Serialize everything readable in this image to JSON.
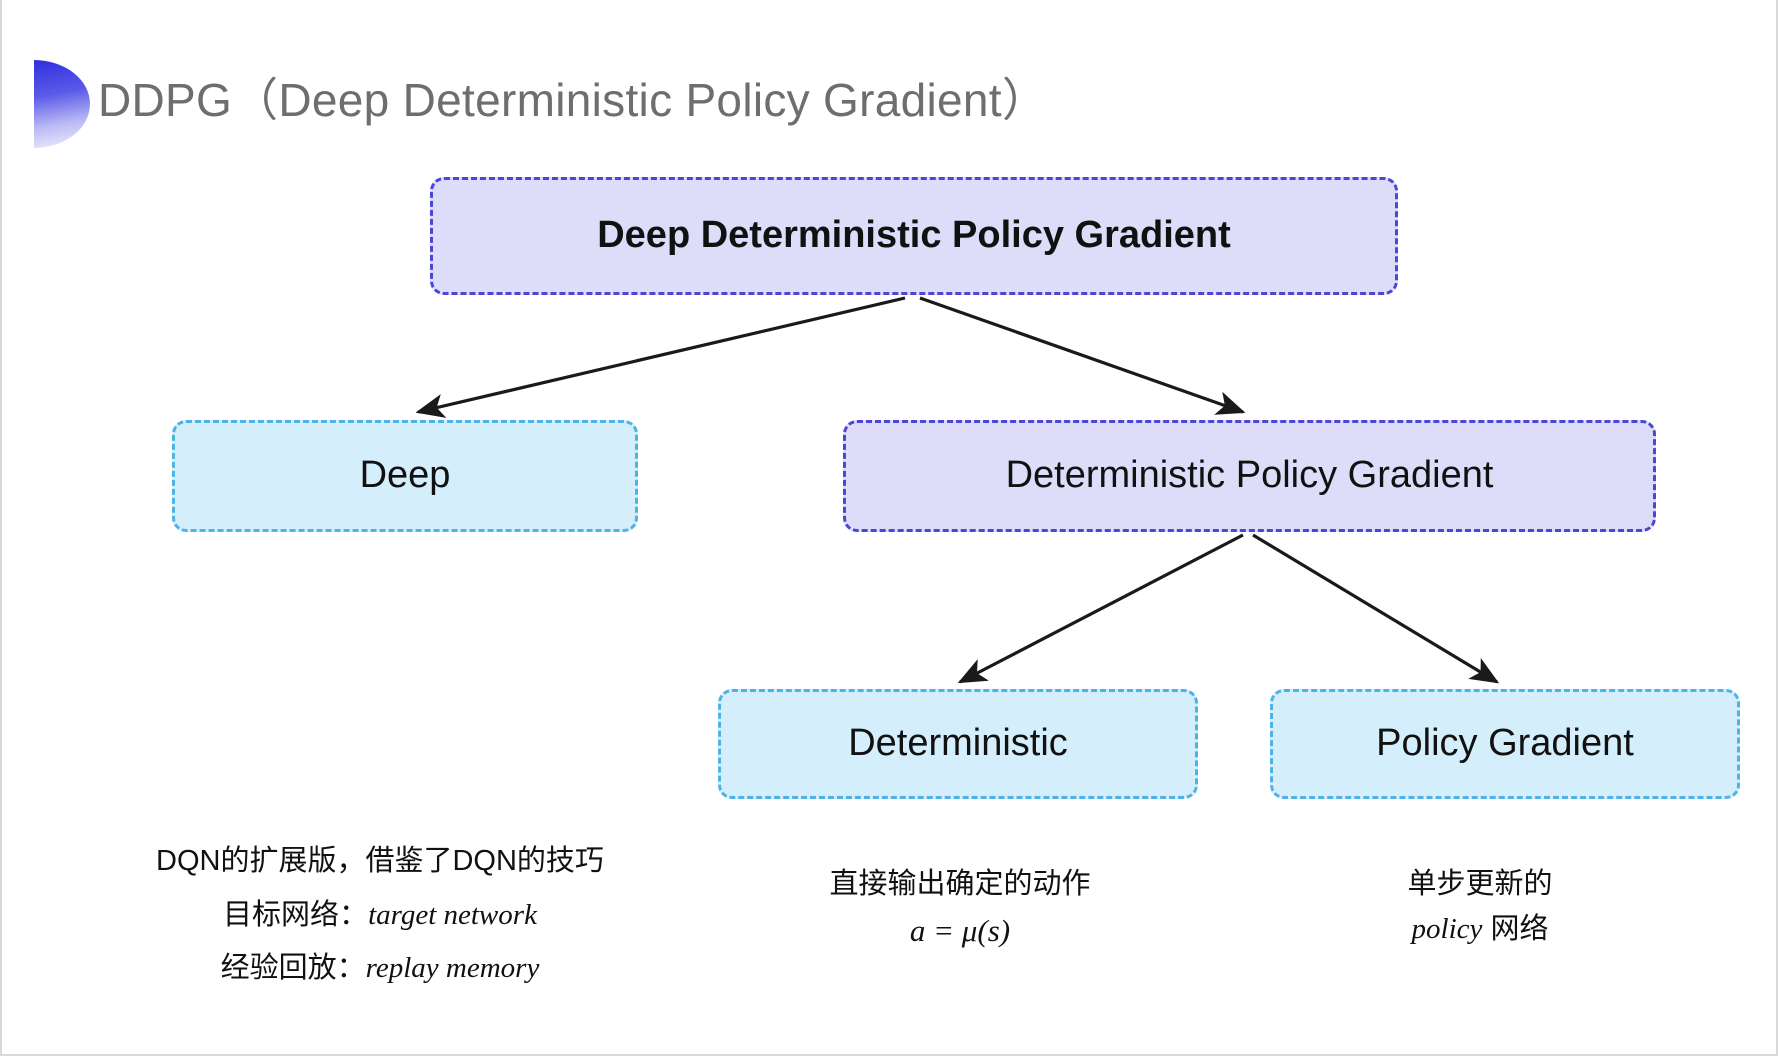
{
  "slide": {
    "title": "DDPG（Deep Deterministic Policy Gradient）",
    "background_color": "#ffffff",
    "title_color": "#6e6e6e",
    "accent_color": "#2f2fe0"
  },
  "palette": {
    "purple_fill": "#ddddfa",
    "purple_border": "#4c46d6",
    "cyan_fill": "#d5eefb",
    "cyan_border": "#4fb2e7",
    "arrow_color": "#1a1a1a"
  },
  "diagram": {
    "type": "tree",
    "nodes": [
      {
        "id": "root",
        "label": "Deep Deterministic Policy Gradient",
        "style": "purple",
        "level": 0
      },
      {
        "id": "deep",
        "label": "Deep",
        "style": "cyan",
        "level": 1
      },
      {
        "id": "dpg",
        "label": "Deterministic Policy Gradient",
        "style": "purple",
        "level": 1
      },
      {
        "id": "deterministic",
        "label": "Deterministic",
        "style": "cyan",
        "level": 2
      },
      {
        "id": "policy_gradient",
        "label": "Policy Gradient",
        "style": "cyan",
        "level": 2
      }
    ],
    "edges": [
      {
        "from": "root",
        "to": "deep"
      },
      {
        "from": "root",
        "to": "dpg"
      },
      {
        "from": "dpg",
        "to": "deterministic"
      },
      {
        "from": "dpg",
        "to": "policy_gradient"
      }
    ]
  },
  "annotations": {
    "deep": {
      "lines": [
        "DQN的扩展版，借鉴了DQN的技巧",
        "目标网络：",
        "经验回放："
      ],
      "terms": [
        "target network",
        "replay memory"
      ]
    },
    "deterministic": {
      "lines": [
        "直接输出确定的动作"
      ],
      "formula": "a = μ(s)"
    },
    "policy_gradient": {
      "lines": [
        "单步更新的"
      ],
      "term": "policy",
      "suffix": " 网络"
    }
  }
}
